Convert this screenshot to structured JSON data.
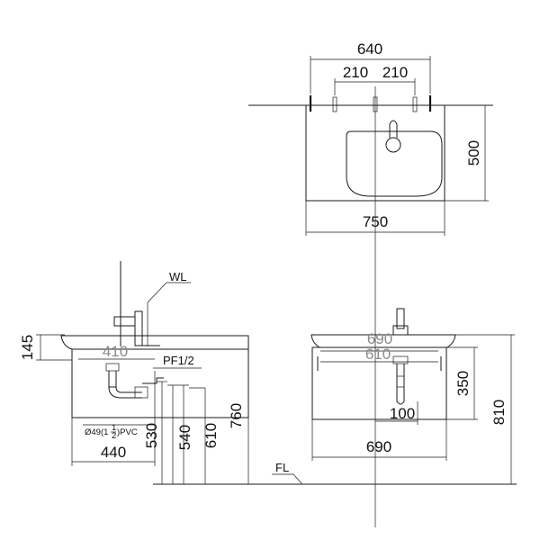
{
  "top_view": {
    "dim_overall_width": "640",
    "dim_half_left": "210",
    "dim_half_right": "210",
    "dim_depth": "500",
    "dim_total_width": "750"
  },
  "side_view": {
    "label_water_level": "WL",
    "dim_bowl_height": "145",
    "dim_inner_offset": "410",
    "label_trap": "PF1/2",
    "label_pipe_prefix": "Ø49(1",
    "label_pipe_frac_num": "1",
    "label_pipe_frac_den": "2",
    "label_pipe_suffix": ")PVC",
    "dim_depth": "440",
    "dim_h1": "530",
    "dim_h2": "540",
    "dim_h3": "610",
    "dim_h4": "760",
    "label_floor": "FL"
  },
  "front_view": {
    "dim_top_width": "690",
    "dim_inner_width": "610",
    "dim_cabinet_height": "350",
    "dim_drain_offset": "100",
    "dim_bottom_width": "690",
    "dim_total_height": "810"
  },
  "colors": {
    "line": "#1a1a1a",
    "background": "#ffffff"
  }
}
